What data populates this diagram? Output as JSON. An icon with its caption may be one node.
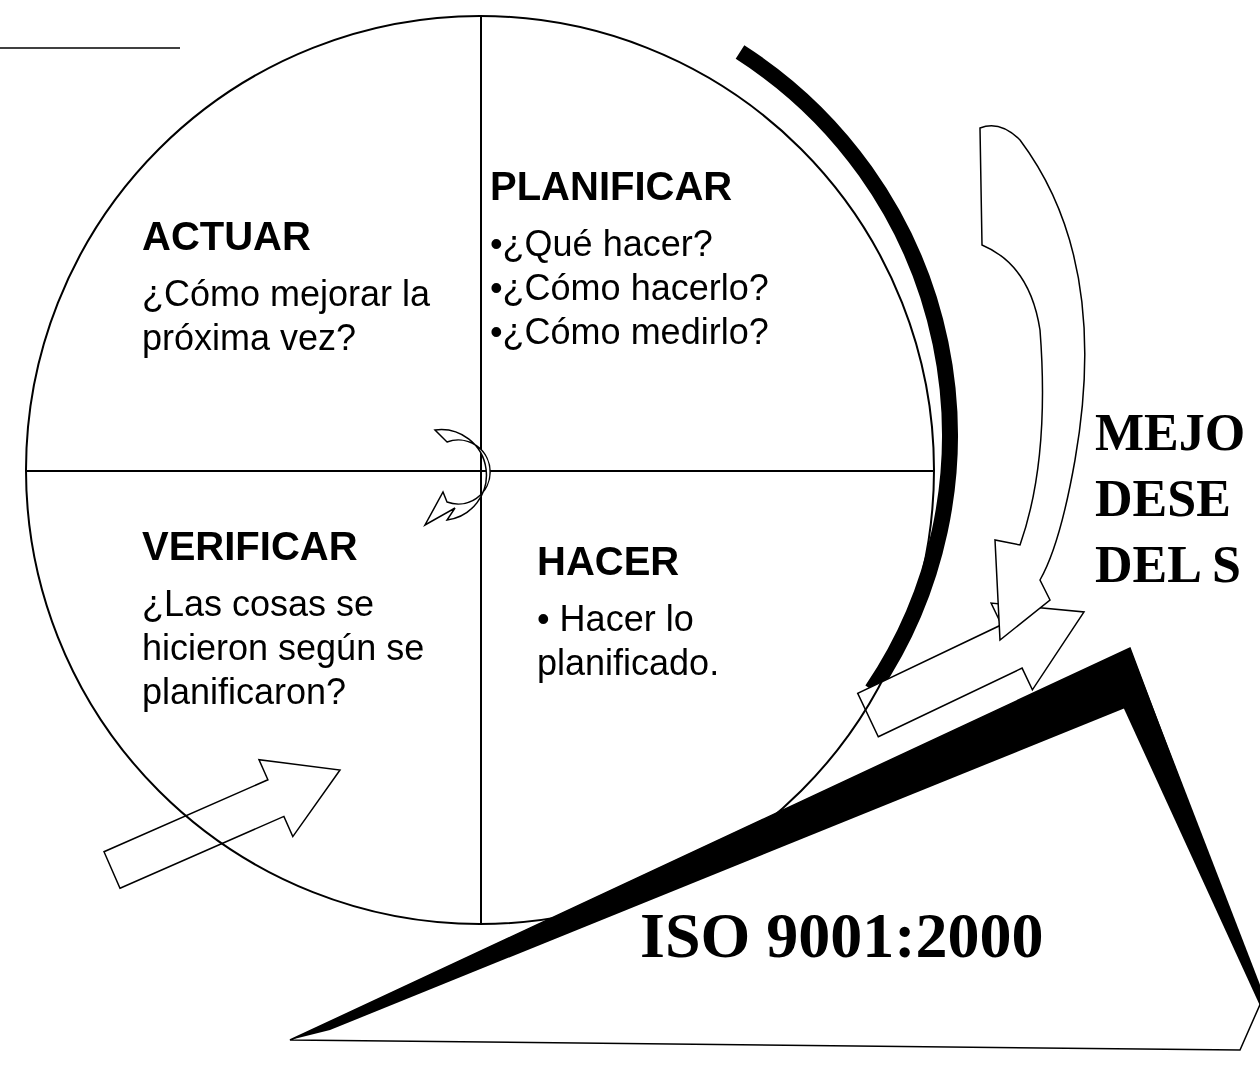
{
  "diagram": {
    "nodes": [
      {
        "text": [],
        "shape": "circle"
      },
      {
        "text": [
          "ACTUAR",
          "¿Cómo mejorar la próxima vez?"
        ],
        "in": 0
      },
      {
        "text": [
          "PLANIFICAR",
          "•¿Qué hacer?",
          "•¿Cómo hacerlo?",
          "•¿Cómo medirlo?"
        ],
        "in": 0
      },
      {
        "text": [
          "VERIFICAR",
          "¿Las cosas se hicieron según se planificaron?"
        ],
        "in": 0
      },
      {
        "text": [
          "HACER",
          "• Hacer lo planificado."
        ],
        "in": 0
      },
      {
        "text": [
          "ISO 9001:2000"
        ]
      }
    ],
    "edges": [],
    "labels": [
      "MEJO",
      "DESE",
      "DEL S"
    ]
  }
}
